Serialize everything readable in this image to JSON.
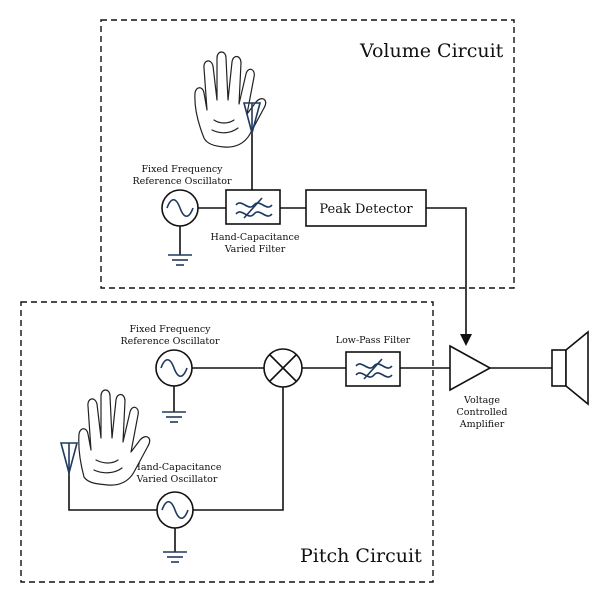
{
  "volume_circuit": {
    "title": "Volume Circuit",
    "oscillator_label_line1": "Fixed Frequency",
    "oscillator_label_line2": "Reference Oscillator",
    "filter_label_line1": "Hand-Capacitance",
    "filter_label_line2": "Varied Filter",
    "peak_detector_label": "Peak Detector"
  },
  "pitch_circuit": {
    "title": "Pitch Circuit",
    "oscillator_label_line1": "Fixed Frequency",
    "oscillator_label_line2": "Reference Oscillator",
    "lowpass_label": "Low-Pass Filter",
    "varied_osc_label_line1": "Hand-Capacitance",
    "varied_osc_label_line2": "Varied Oscillator"
  },
  "output": {
    "amplifier_label_line1": "Voltage",
    "amplifier_label_line2": "Controlled",
    "amplifier_label_line3": "Amplifier"
  },
  "icons": [
    "hand-icon",
    "antenna-icon",
    "sine-oscillator-icon",
    "filter-icon",
    "ground-icon",
    "mixer-icon",
    "amplifier-icon",
    "speaker-icon"
  ]
}
